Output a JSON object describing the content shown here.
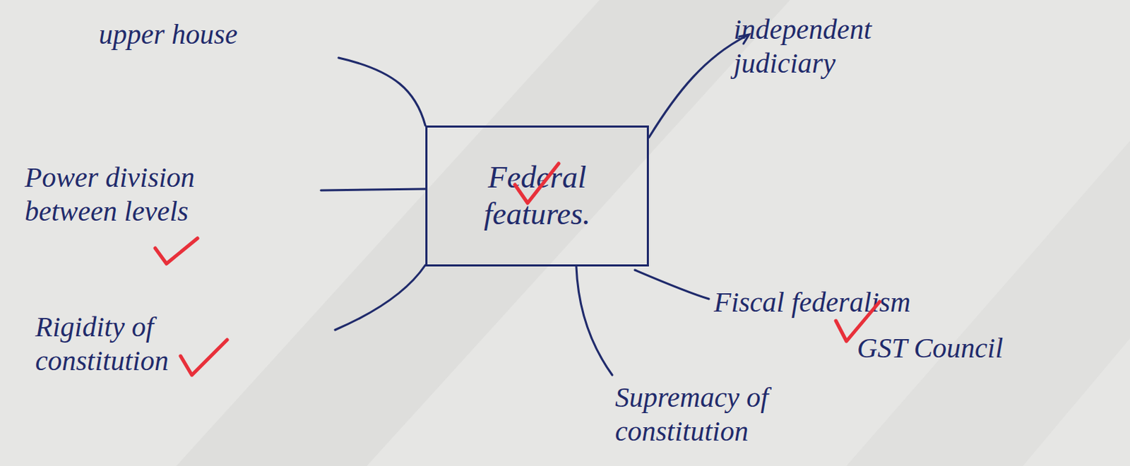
{
  "diagram": {
    "nodes": [
      {
        "text": [
          "Federal features."
        ]
      }
    ],
    "labels": [
      "upper house",
      "independent judiciary",
      "Power division between levels",
      "Rigidity of constitution",
      "Fiscal federalism",
      "GST Council",
      "Supremacy of constitution"
    ]
  }
}
